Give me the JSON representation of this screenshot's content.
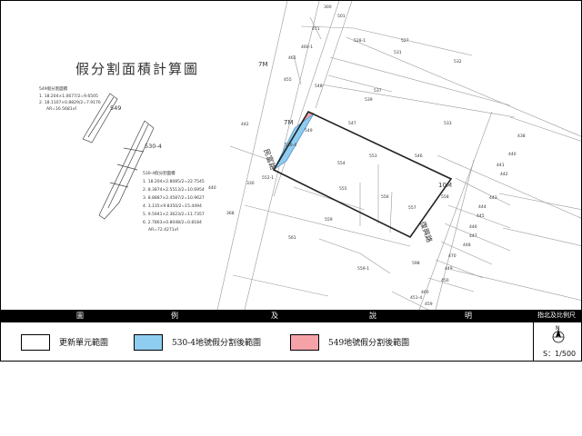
{
  "title": "假分割面積計算圖",
  "calc_549": {
    "heading": "549假分割面積",
    "rows": [
      "1. 18.204×1.0677/2=9.6505",
      "2. 18.1107×0.8829/2=7.9176"
    ],
    "total": "AR=16.5681㎡"
  },
  "calc_530_4": {
    "heading": "530-4假分割面積",
    "rows": [
      "1. 18.204×2.8085/2=22.7545",
      "2. 8.3874×2.5513/2=10.6954",
      "3. 8.8887×2.4587/2=10.9627",
      "4. 3.135×9.8350/2=15.4494",
      "5. 9.5941×2.3623/2=11.7357",
      "6. 2.7863×0.8048/2=0.8184"
    ],
    "total": "AR=72.4271㎡"
  },
  "roads": {
    "r7m_top": "7M",
    "r7m_mid": "7M",
    "road_left": "民富路",
    "r10m": "10M",
    "road_right": "復興路"
  },
  "parcel_labels": {
    "p549_small": "549",
    "p530_4_small": "530-4",
    "n300": "300",
    "n501": "501",
    "n471": "471",
    "n460_1": "460-1",
    "n528_1": "528-1",
    "n527": "527",
    "n531": "531",
    "n532": "532",
    "n462": "462",
    "n455": "455",
    "n548": "548",
    "n537": "537",
    "n539": "539",
    "n547": "547",
    "n533": "533",
    "n442": "442",
    "n549": "549",
    "n553": "553",
    "n546": "546",
    "n554": "554",
    "n530_4": "530-4",
    "n552_1": "552-1",
    "n555": "555",
    "n556": "556",
    "n557": "557",
    "n558": "558",
    "n438": "438",
    "n440": "440",
    "n441": "441",
    "n442b": "442",
    "n443": "443",
    "n444": "444",
    "n445": "445",
    "n446": "446",
    "n447": "447",
    "n448": "448",
    "n330": "330",
    "n368": "368",
    "n440b": "440",
    "n559": "559",
    "n561": "561",
    "n559_1": "559-1",
    "n598": "598",
    "n460": "460",
    "n459": "459",
    "n451_4": "451-4",
    "n450": "450",
    "n449": "449",
    "n470": "470"
  },
  "legend": {
    "headers": [
      "圖",
      "例",
      "及",
      "說",
      "明"
    ],
    "compass_header": "指北及比例尺",
    "items": [
      {
        "label": "更新單元範圍",
        "color": "#ffffff"
      },
      {
        "label": "530-4地號假分割後範圍",
        "color": "#8ecdf0"
      },
      {
        "label": "549地號假分割後範圍",
        "color": "#f5a3a8"
      }
    ],
    "north": "N",
    "scale": "S：1/500"
  }
}
